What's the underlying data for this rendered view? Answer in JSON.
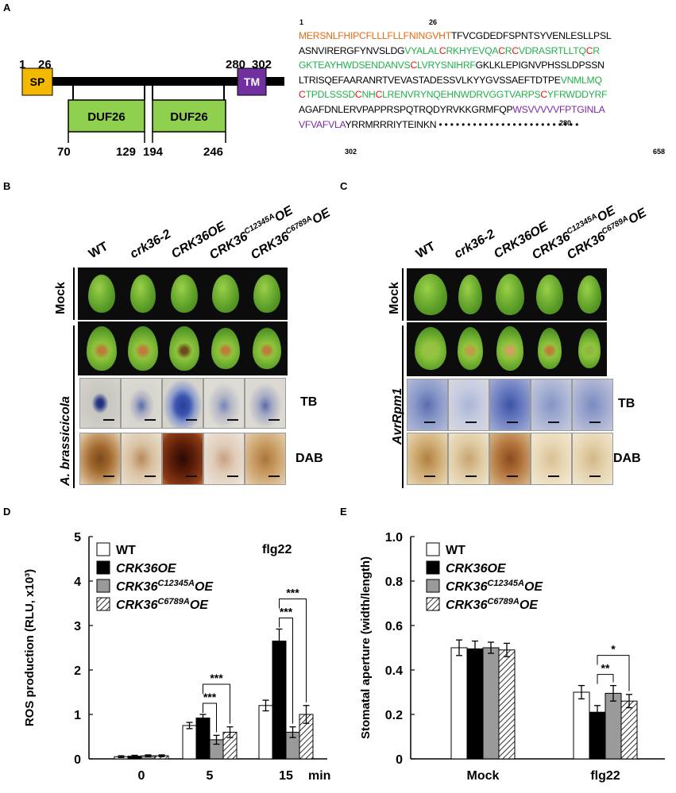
{
  "panels": {
    "a": "A",
    "b": "B",
    "c": "C",
    "d": "D",
    "e": "E"
  },
  "domain_map": {
    "sp_start": "1",
    "sp_end": "26",
    "tm_start": "280",
    "tm_end": "302",
    "sp": "SP",
    "tm": "TM",
    "duf": "DUF26",
    "duf1_start": "70",
    "duf1_end": "129",
    "duf2_start": "194",
    "duf2_end": "246",
    "colors": {
      "sp": "#f5b800",
      "tm": "#7030a0",
      "duf": "#8fd14f",
      "bar": "#000000"
    }
  },
  "sequence": {
    "pos1": "1",
    "pos26": "26",
    "pos280": "280",
    "pos302": "302",
    "pos658": "658",
    "rows": [
      [
        [
          "o",
          "MERSNLFHIPCFLLLFLLFNINGVHT"
        ],
        [
          "k",
          "TFVCGDEDFSPNTSYVENLESLLPSL"
        ]
      ],
      [
        [
          "k",
          "ASNVIRERGFYNVSLDG"
        ],
        [
          "g",
          "VYALAL"
        ],
        [
          "r",
          "C"
        ],
        [
          "g",
          "RKHYEVQA"
        ],
        [
          "r",
          "C"
        ],
        [
          "g",
          "R"
        ],
        [
          "r",
          "C"
        ],
        [
          "g",
          "VDRASRTLLTQ"
        ],
        [
          "r",
          "C"
        ],
        [
          "g",
          "R"
        ]
      ],
      [
        [
          "g",
          "GKTEAYHWDSENDANVS"
        ],
        [
          "r",
          "C"
        ],
        [
          "g",
          "LVRYSNIHRF"
        ],
        [
          "k",
          "GKLKLEPIGNVPHSSLDPSSN"
        ]
      ],
      [
        [
          "k",
          "LTRISQEFAARANRTVEVASTADESSVLKYYGVSSAEFTDTPE"
        ],
        [
          "g",
          "VNMLMQ"
        ]
      ],
      [
        [
          "r",
          "C"
        ],
        [
          "g",
          "TPDLSSSD"
        ],
        [
          "r",
          "C"
        ],
        [
          "g",
          "NH"
        ],
        [
          "r",
          "C"
        ],
        [
          "g",
          "LRENVRYNQEHNWDRVGGTVARPS"
        ],
        [
          "r",
          "C"
        ],
        [
          "g",
          "YFRWDDYRF"
        ]
      ],
      [
        [
          "k",
          "AGAFDNLERVPAPPRSPQTRQDYRVKKGRMFQP"
        ],
        [
          "p",
          "WSVVVVVFPTGINLA"
        ]
      ],
      [
        [
          "p",
          "VFVAFVLA"
        ],
        [
          "k",
          "YRRMRRRIYTEINKN"
        ]
      ]
    ],
    "dots": "• • • • • • • • • • • • • • • • • • • • • • • • •"
  },
  "panel_b": {
    "columns": [
      "WT",
      "crk36-2",
      "CRK36OE",
      "CRK36C12345AOE",
      "CRK36C6789AOE"
    ],
    "col_display": [
      {
        "main": "WT",
        "sup": "",
        "tail": "",
        "italic": false
      },
      {
        "main": "crk36-2",
        "sup": "",
        "tail": "",
        "italic": true
      },
      {
        "main": "CRK36OE",
        "sup": "",
        "tail": "",
        "italic": true
      },
      {
        "main": "CRK36",
        "sup": "C12345A",
        "tail": "OE",
        "italic": true
      },
      {
        "main": "CRK36",
        "sup": "C6789A",
        "tail": "OE",
        "italic": true
      }
    ],
    "row_mock": "Mock",
    "row_treatment": "A. brassicicola",
    "stain_tb": "TB",
    "stain_dab": "DAB"
  },
  "panel_c": {
    "row_mock": "Mock",
    "row_treatment": "AvrRpm1",
    "stain_tb": "TB",
    "stain_dab": "DAB"
  },
  "chart_data": [
    {
      "id": "D",
      "type": "bar",
      "categories": [
        "0",
        "5",
        "15"
      ],
      "x_unit": "min",
      "ylabel": "ROS production (RLU, x10³)",
      "ylim": [
        0,
        5
      ],
      "yticks": [
        "0",
        "1",
        "2",
        "3",
        "4",
        "5"
      ],
      "annotation": "flg22",
      "series": [
        {
          "name": "WT",
          "fill": "white",
          "values": [
            0.05,
            0.75,
            1.2
          ],
          "errors": [
            0.02,
            0.07,
            0.12
          ]
        },
        {
          "name": "CRK36OE",
          "fill": "black",
          "values": [
            0.06,
            0.92,
            2.65
          ],
          "errors": [
            0.02,
            0.08,
            0.27
          ]
        },
        {
          "name": "CRK36C12345AOE",
          "fill": "gray",
          "values": [
            0.07,
            0.43,
            0.6
          ],
          "errors": [
            0.02,
            0.1,
            0.12
          ]
        },
        {
          "name": "CRK36C6789AOE",
          "fill": "hatch",
          "values": [
            0.07,
            0.6,
            1.0
          ],
          "errors": [
            0.02,
            0.12,
            0.2
          ]
        }
      ],
      "significance": [
        {
          "label": "***",
          "group": "5",
          "from": 1,
          "to": 2
        },
        {
          "label": "***",
          "group": "5",
          "from": 1,
          "to": 3
        },
        {
          "label": "***",
          "group": "15",
          "from": 1,
          "to": 2
        },
        {
          "label": "***",
          "group": "15",
          "from": 1,
          "to": 3
        }
      ],
      "legend_placement": "top-left"
    },
    {
      "id": "E",
      "type": "bar",
      "categories": [
        "Mock",
        "flg22"
      ],
      "ylabel": "Stomatal aperture (width/length)",
      "ylim": [
        0,
        1.0
      ],
      "yticks": [
        "0",
        "0.2",
        "0.4",
        "0.6",
        "0.8",
        "1.0"
      ],
      "series": [
        {
          "name": "WT",
          "fill": "white",
          "values": [
            0.5,
            0.3
          ],
          "errors": [
            0.035,
            0.03
          ]
        },
        {
          "name": "CRK36OE",
          "fill": "black",
          "values": [
            0.495,
            0.21
          ],
          "errors": [
            0.035,
            0.03
          ]
        },
        {
          "name": "CRK36C12345AOE",
          "fill": "gray",
          "values": [
            0.5,
            0.295
          ],
          "errors": [
            0.025,
            0.035
          ]
        },
        {
          "name": "CRK36C6789AOE",
          "fill": "hatch",
          "values": [
            0.49,
            0.26
          ],
          "errors": [
            0.03,
            0.03
          ]
        }
      ],
      "significance": [
        {
          "label": "**",
          "group": "flg22",
          "from": 1,
          "to": 2
        },
        {
          "label": "*",
          "group": "flg22",
          "from": 1,
          "to": 3
        }
      ],
      "legend_placement": "top-left"
    }
  ],
  "legend_display": [
    {
      "main": "WT",
      "sup": "",
      "tail": "",
      "italic": false
    },
    {
      "main": "CRK36OE",
      "sup": "",
      "tail": "",
      "italic": true
    },
    {
      "main": "CRK36",
      "sup": "C12345A",
      "tail": "OE",
      "italic": true
    },
    {
      "main": "CRK36",
      "sup": "C6789A",
      "tail": "OE",
      "italic": true
    }
  ]
}
